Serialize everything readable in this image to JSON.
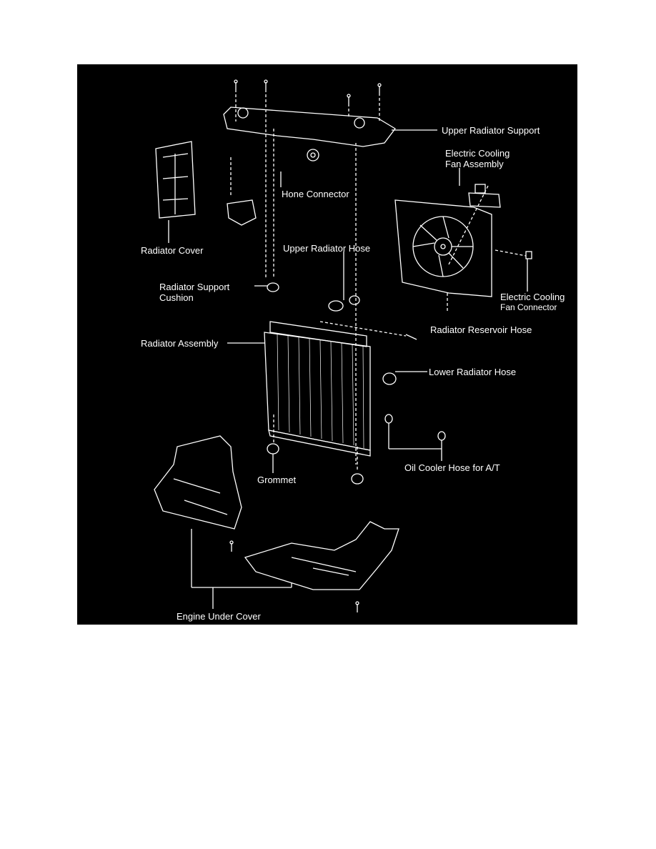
{
  "figure": {
    "labels": {
      "upper_radiator_support": "Upper Radiator Support",
      "fan_assembly_1": "Electric Cooling",
      "fan_assembly_2": "Fan Assembly",
      "hone_connector": "Hone Connector",
      "radiator_cover": "Radiator Cover",
      "upper_radiator_hose": "Upper Radiator Hose",
      "support_cushion_1": "Radiator Support",
      "support_cushion_2": "Cushion",
      "fan_connector_1": "Electric Cooling",
      "fan_connector_2": "Fan Connector",
      "reservoir_hose": "Radiator Reservoir Hose",
      "radiator_assembly": "Radiator Assembly",
      "lower_radiator_hose": "Lower Radiator Hose",
      "grommet": "Grommet",
      "oil_cooler_hose": "Oil Cooler Hose for A/T",
      "engine_under_cover": "Engine Under Cover"
    },
    "colors": {
      "background": "#000000",
      "ink": "#ffffff"
    }
  }
}
